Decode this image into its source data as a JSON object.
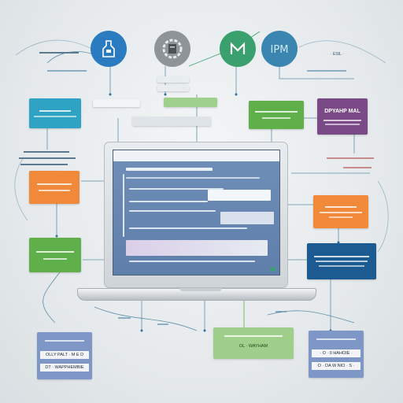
{
  "colors": {
    "blue_dark": "#1f5f9e",
    "teal": "#2fa3c4",
    "green": "#5fb04a",
    "orange": "#f08a3a",
    "purple": "#7a4a86",
    "navy": "#1c5a92",
    "slate": "#7f97c6",
    "lime_box": "#8cc07a",
    "gray_circle": "#8f9498",
    "circle_blue": "#2a7bbf",
    "circle_green": "#3aa06d",
    "circle_teal": "#3a86b0",
    "wire": "#5d8fa8"
  },
  "icons": {
    "circle_1": "tag-icon",
    "circle_2": "gear-document-icon",
    "circle_3": "m-logo-icon",
    "circle_4": "text-logo-icon"
  },
  "labels": {
    "purple_title": "DPYAHP MAL",
    "green_bottom_line2": "OL · WAYHAM",
    "bottom_left_line1": "OLLY PALT · M E D",
    "bottom_left_line2": "DT · WAPPHEMBIE",
    "bottom_right_line1": "· O · 0 HAHOIE ·",
    "bottom_right_line2": "O · OA W NIO · S ·",
    "top_right_note": "· ESIL ·"
  }
}
